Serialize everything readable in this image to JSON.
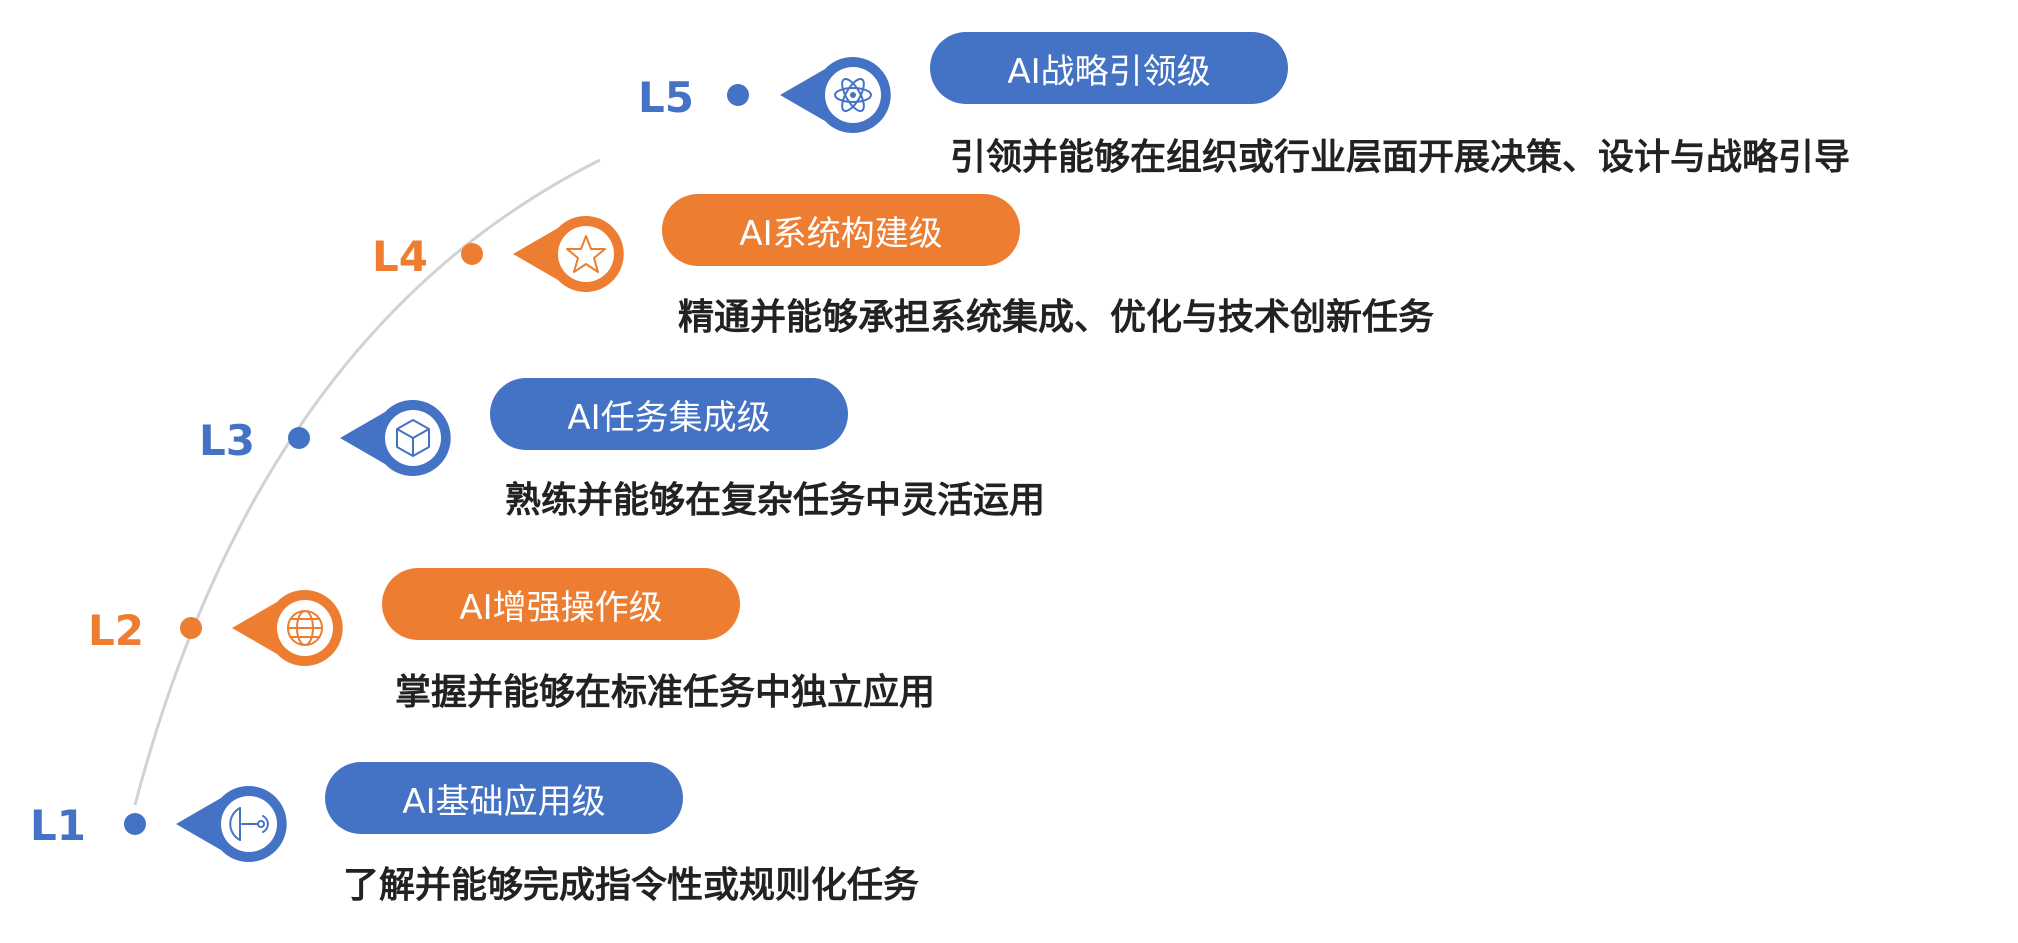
{
  "colors": {
    "blue": "#4472C4",
    "orange": "#ED7D31",
    "arc": "#cfd3d8"
  },
  "levels": [
    {
      "code": "L5",
      "title": "AI战略引领级",
      "desc": "引领并能够在组织或行业层面开展决策、设计与战略引导",
      "color": "blue",
      "icon": "atom-icon"
    },
    {
      "code": "L4",
      "title": "AI系统构建级",
      "desc": "精通并能够承担系统集成、优化与技术创新任务",
      "color": "orange",
      "icon": "star-icon"
    },
    {
      "code": "L3",
      "title": "AI任务集成级",
      "desc": "熟练并能够在复杂任务中灵活运用",
      "color": "blue",
      "icon": "cube-icon"
    },
    {
      "code": "L2",
      "title": "AI增强操作级",
      "desc": "掌握并能够在标准任务中独立应用",
      "color": "orange",
      "icon": "globe-icon"
    },
    {
      "code": "L1",
      "title": "AI基础应用级",
      "desc": "了解并能够完成指令性或规则化任务",
      "color": "blue",
      "icon": "satellite-dish-icon"
    }
  ]
}
